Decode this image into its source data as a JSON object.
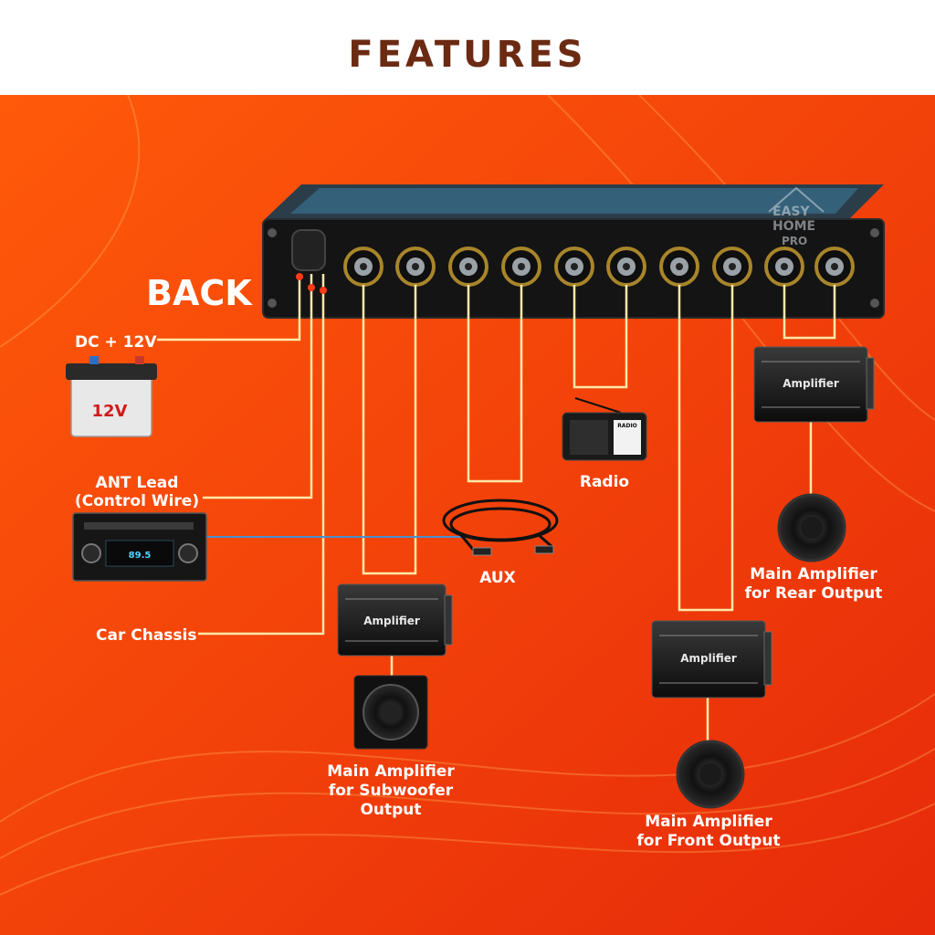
{
  "page": {
    "title": "FEATURES"
  },
  "watermark": {
    "line1": "EASY",
    "line2": "HOME",
    "line3": "PRO"
  },
  "device": {
    "side_label": "BACK"
  },
  "labels": {
    "dc": "DC + 12V",
    "battery": "12V",
    "ant_line1": "ANT Lead",
    "ant_line2": "(Control Wire)",
    "chassis": "Car Chassis",
    "aux": "AUX",
    "radio": "Radio",
    "radio_brand": "RADIO",
    "head_unit_display": "89.5",
    "amplifier": "Amplifier",
    "sub_line1": "Main Amplifier",
    "sub_line2": "for Subwoofer",
    "sub_line3": "Output",
    "rear_line1": "Main Amplifier",
    "rear_line2": "for Rear Output",
    "front_line1": "Main Amplifier",
    "front_line2": "for Front Output"
  },
  "colors": {
    "title": "#6b2a12",
    "background_start": "#ff5a0a",
    "background_end": "#e62a0a",
    "wire": "#ffe9a8"
  }
}
